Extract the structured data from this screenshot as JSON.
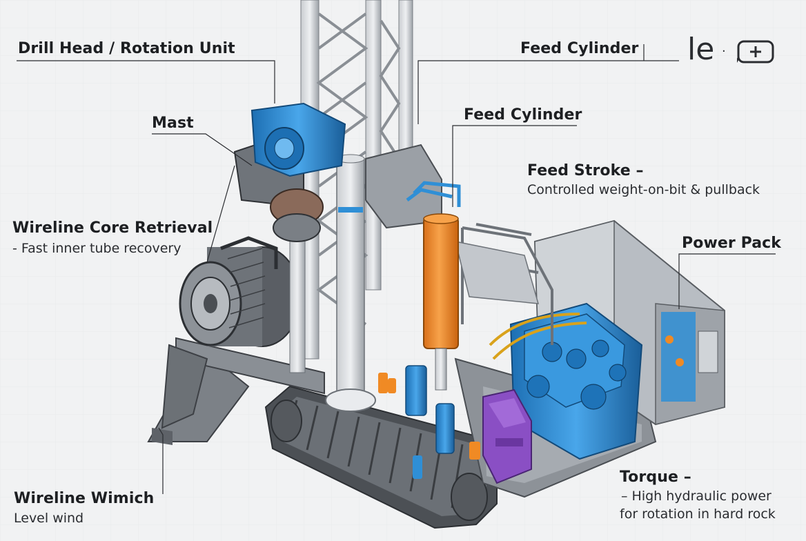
{
  "labels": {
    "drill_head": "Drill Head / Rotation Unit",
    "feed_cylinder_top": "Feed Cylinder",
    "mast": "Mast",
    "feed_cylinder": "Feed Cylinder",
    "feed_stroke_title": "Feed Stroke –",
    "feed_stroke_desc": "Controlled weight-on-bit & pullback",
    "wireline_core_title": "Wireline Core Retrieval",
    "wireline_core_desc": "- Fast inner tube recovery",
    "power_pack": "Power Pack",
    "torque_title": "Torque –",
    "torque_desc1": "– High hydraulic power",
    "torque_desc2": "for rotation in hard rock",
    "winch_title": "Wireline Wimich",
    "winch_desc": "Level wind"
  },
  "logo": {
    "text": "le",
    "icon": "battery-plus-icon"
  },
  "colors": {
    "background": "#f1f2f3",
    "machine_gray": "#9aa0a6",
    "accent_blue": "#2f8fd6",
    "cylinder_orange": "#f08a24",
    "valve_purple": "#8a4fc4",
    "hose_yellow": "#d9a21b"
  }
}
